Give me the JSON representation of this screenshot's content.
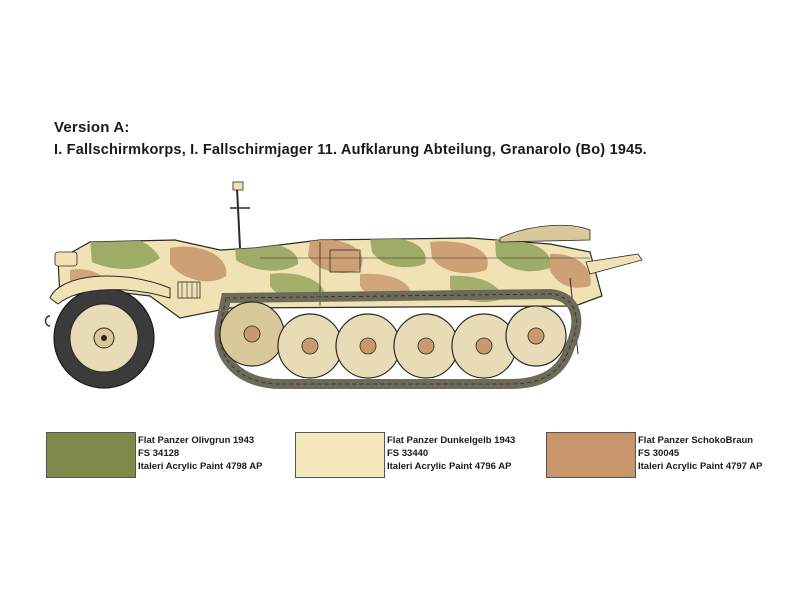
{
  "header": {
    "version": "Version A:",
    "unit": "I. Fallschirmkorps, I. Fallschirmjager 11. Aufklarung Abteilung, Granarolo (Bo) 1945."
  },
  "paints": [
    {
      "name": "Flat Panzer Olivgrun 1943",
      "fs": "FS 34128",
      "code": "Italeri Acrylic Paint 4798 AP",
      "color": "#7c8b4a"
    },
    {
      "name": "Flat Panzer Dunkelgelb 1943",
      "fs": "FS 33440",
      "code": "Italeri Acrylic Paint 4796 AP",
      "color": "#f6e8bd"
    },
    {
      "name": "Flat Panzer SchokoBraun",
      "fs": "FS  30045",
      "code": "Italeri Acrylic Paint 4797 AP",
      "color": "#c7966a"
    }
  ],
  "colors": {
    "base": "#f1e2b3",
    "green": "#96a65e",
    "brown": "#c99a6e",
    "track": "#6e6a58",
    "outline": "#2a2a2a"
  }
}
